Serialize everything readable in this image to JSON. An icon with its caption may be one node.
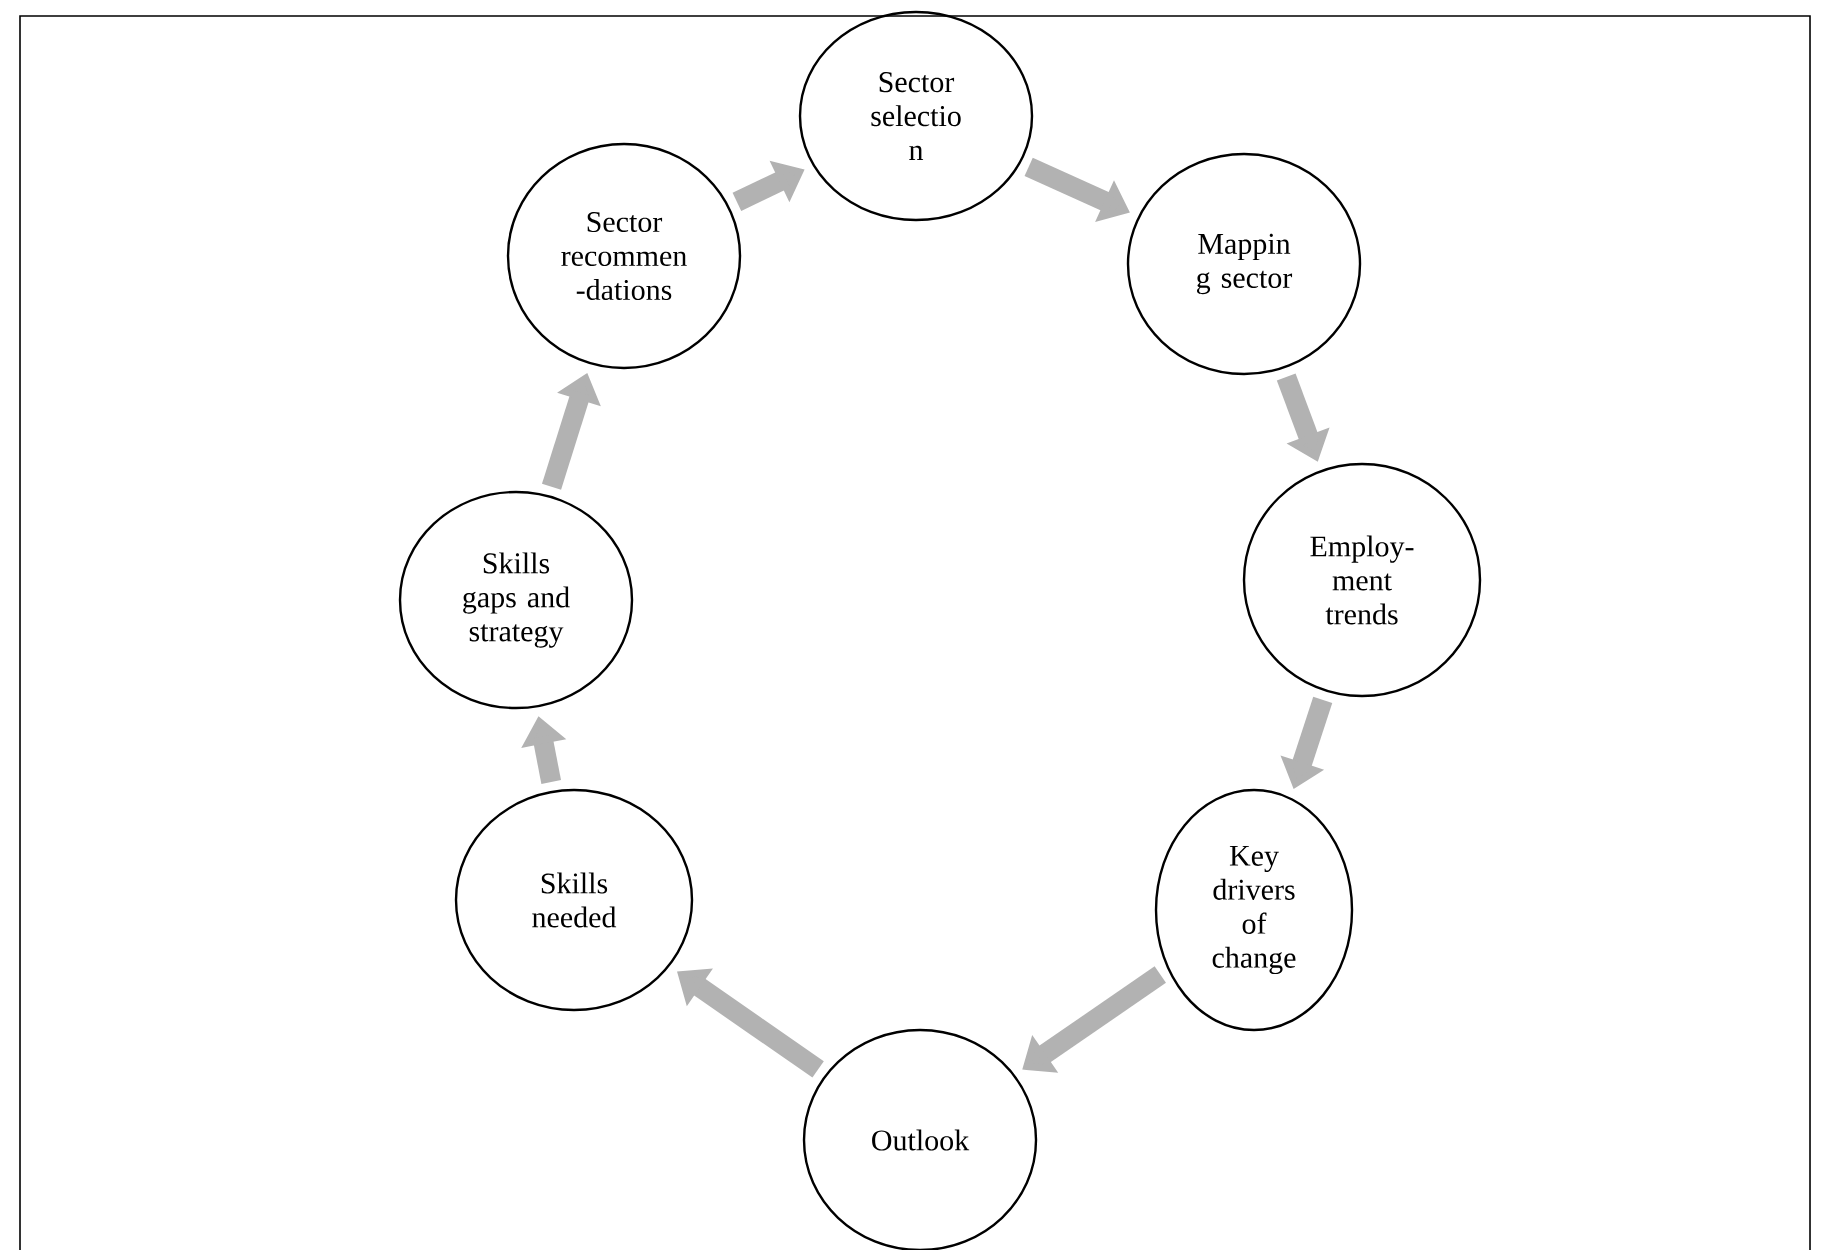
{
  "diagram": {
    "nodes": [
      {
        "text": [
          "Sector selectio n"
        ]
      },
      {
        "text": [
          "Mappin g sector"
        ]
      },
      {
        "text": [
          "Employ- ment trends"
        ]
      },
      {
        "text": [
          "Key drivers of change"
        ]
      },
      {
        "text": [
          "Outlook"
        ]
      },
      {
        "text": [
          "Skills needed"
        ]
      },
      {
        "text": [
          "Skills gaps and strategy"
        ]
      },
      {
        "text": [
          "Sector recommen -dations"
        ]
      }
    ],
    "edges": [
      {
        "from": 0,
        "to": 1,
        "arrow": "to"
      },
      {
        "from": 1,
        "to": 2,
        "arrow": "to"
      },
      {
        "from": 2,
        "to": 3,
        "arrow": "to"
      },
      {
        "from": 3,
        "to": 4,
        "arrow": "to"
      },
      {
        "from": 4,
        "to": 5,
        "arrow": "to"
      },
      {
        "from": 5,
        "to": 6,
        "arrow": "to"
      },
      {
        "from": 6,
        "to": 7,
        "arrow": "to"
      },
      {
        "from": 7,
        "to": 0,
        "arrow": "to"
      }
    ]
  }
}
